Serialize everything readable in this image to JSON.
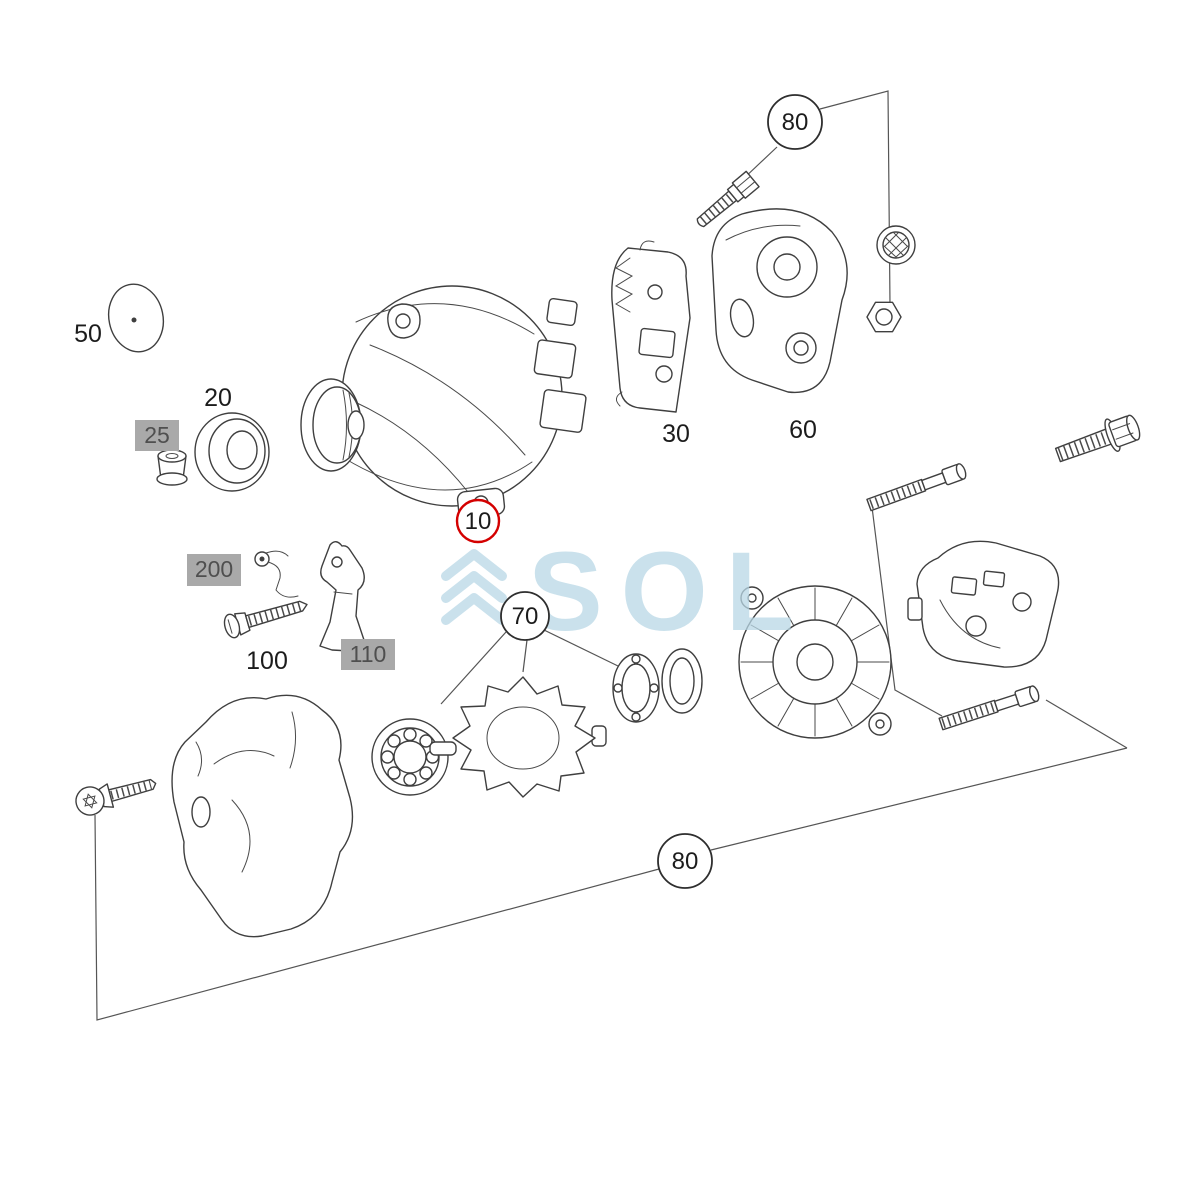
{
  "diagram": {
    "type": "exploded-parts-diagram",
    "watermark": {
      "text": "SOL"
    },
    "colors": {
      "red_accent": "#d40000",
      "highlight_bg": "#a9a9a9",
      "watermark_blue": "#b9d8e6",
      "line": "#3f3f3f"
    },
    "labels": {
      "l50": {
        "text": "50"
      },
      "l20": {
        "text": "20"
      },
      "l25": {
        "text": "25"
      },
      "l10": {
        "text": "10"
      },
      "l30": {
        "text": "30"
      },
      "l60": {
        "text": "60"
      },
      "l80top": {
        "text": "80"
      },
      "l200": {
        "text": "200"
      },
      "l100": {
        "text": "100"
      },
      "l110": {
        "text": "110"
      },
      "l70": {
        "text": "70"
      },
      "l80bottom": {
        "text": "80"
      }
    }
  }
}
